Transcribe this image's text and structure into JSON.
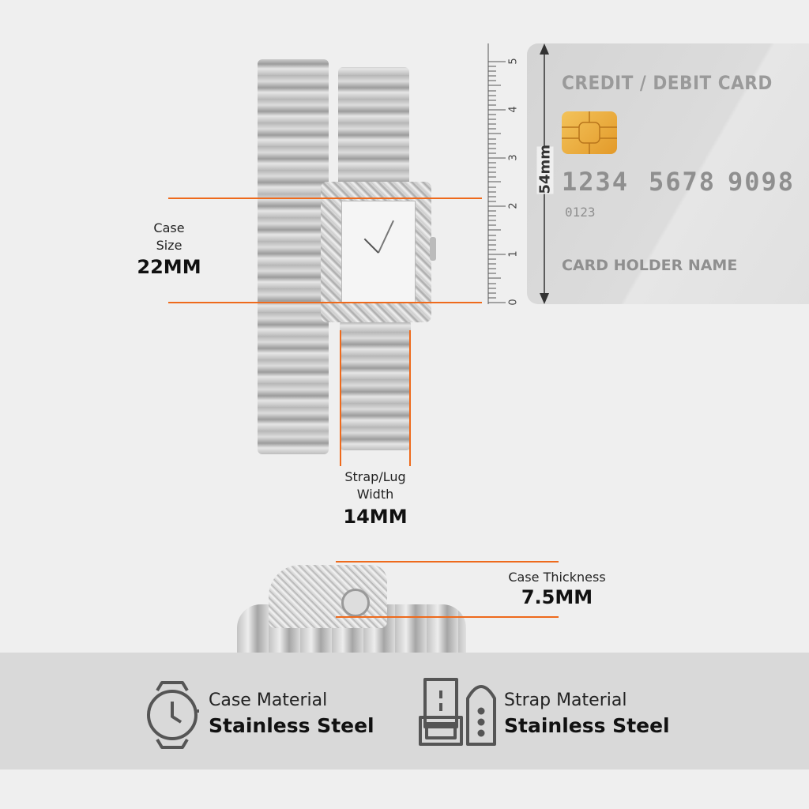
{
  "measurements": {
    "case_size": {
      "label_line1": "Case",
      "label_line2": "Size",
      "value": "22MM"
    },
    "strap_width": {
      "label_line1": "Strap/Lug",
      "label_line2": "Width",
      "value": "14MM"
    },
    "case_thickness": {
      "label": "Case Thickness",
      "value": "7.5MM"
    }
  },
  "ruler": {
    "numbers": [
      "0",
      "1",
      "2",
      "3",
      "4",
      "5"
    ],
    "length_label": "54mm"
  },
  "card": {
    "title": "CREDIT / DEBIT CARD",
    "number_groups": [
      "1234",
      "5678",
      "9098"
    ],
    "small_number": "0123",
    "holder": "CARD HOLDER NAME"
  },
  "features": [
    {
      "label": "Case Material",
      "value": "Stainless Steel",
      "icon": "watch-icon"
    },
    {
      "label": "Strap Material",
      "value": "Stainless Steel",
      "icon": "strap-icon"
    }
  ],
  "colors": {
    "accent": "#ee6a1c",
    "band": "#d9d9d9",
    "background": "#efefef"
  }
}
